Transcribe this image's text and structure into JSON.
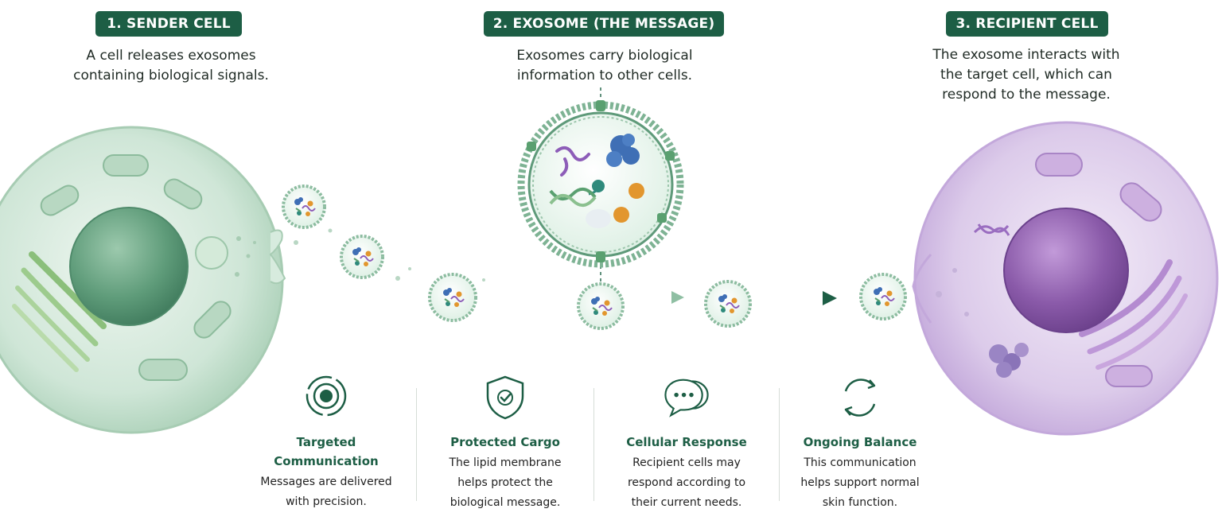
{
  "steps": [
    {
      "badge": "1. SENDER CELL",
      "description_lines": [
        "A cell releases exosomes",
        "containing biological signals."
      ]
    },
    {
      "badge": "2. EXOSOME (THE MESSAGE)",
      "description_lines": [
        "Exosomes carry biological",
        "information to other cells."
      ]
    },
    {
      "badge": "3. RECIPIENT CELL",
      "description_lines": [
        "The exosome interacts with",
        "the target cell, which can",
        "respond to the message."
      ]
    }
  ],
  "benefits": [
    {
      "icon": "target-icon",
      "title_lines": [
        "Targeted",
        "Communication"
      ],
      "desc_lines": [
        "Messages are delivered",
        "with precision."
      ]
    },
    {
      "icon": "shield-check-icon",
      "title_lines": [
        "Protected Cargo"
      ],
      "desc_lines": [
        "The lipid membrane",
        "helps protect the",
        "biological message."
      ]
    },
    {
      "icon": "chat-bubbles-icon",
      "title_lines": [
        "Cellular Response"
      ],
      "desc_lines": [
        "Recipient cells may",
        "respond according to",
        "their current needs."
      ]
    },
    {
      "icon": "cycle-arrows-icon",
      "title_lines": [
        "Ongoing Balance"
      ],
      "desc_lines": [
        "This communication",
        "helps support normal",
        "skin function."
      ]
    }
  ],
  "colors": {
    "brand_green": "#1d5e45",
    "sender_cell": "#bfdcc9",
    "recipient_cell": "#d8c6e6",
    "cargo_purple": "#8d5db8",
    "cargo_blue": "#3f6fb5",
    "cargo_orange": "#e2962e",
    "cargo_teal": "#2f8a7c"
  }
}
